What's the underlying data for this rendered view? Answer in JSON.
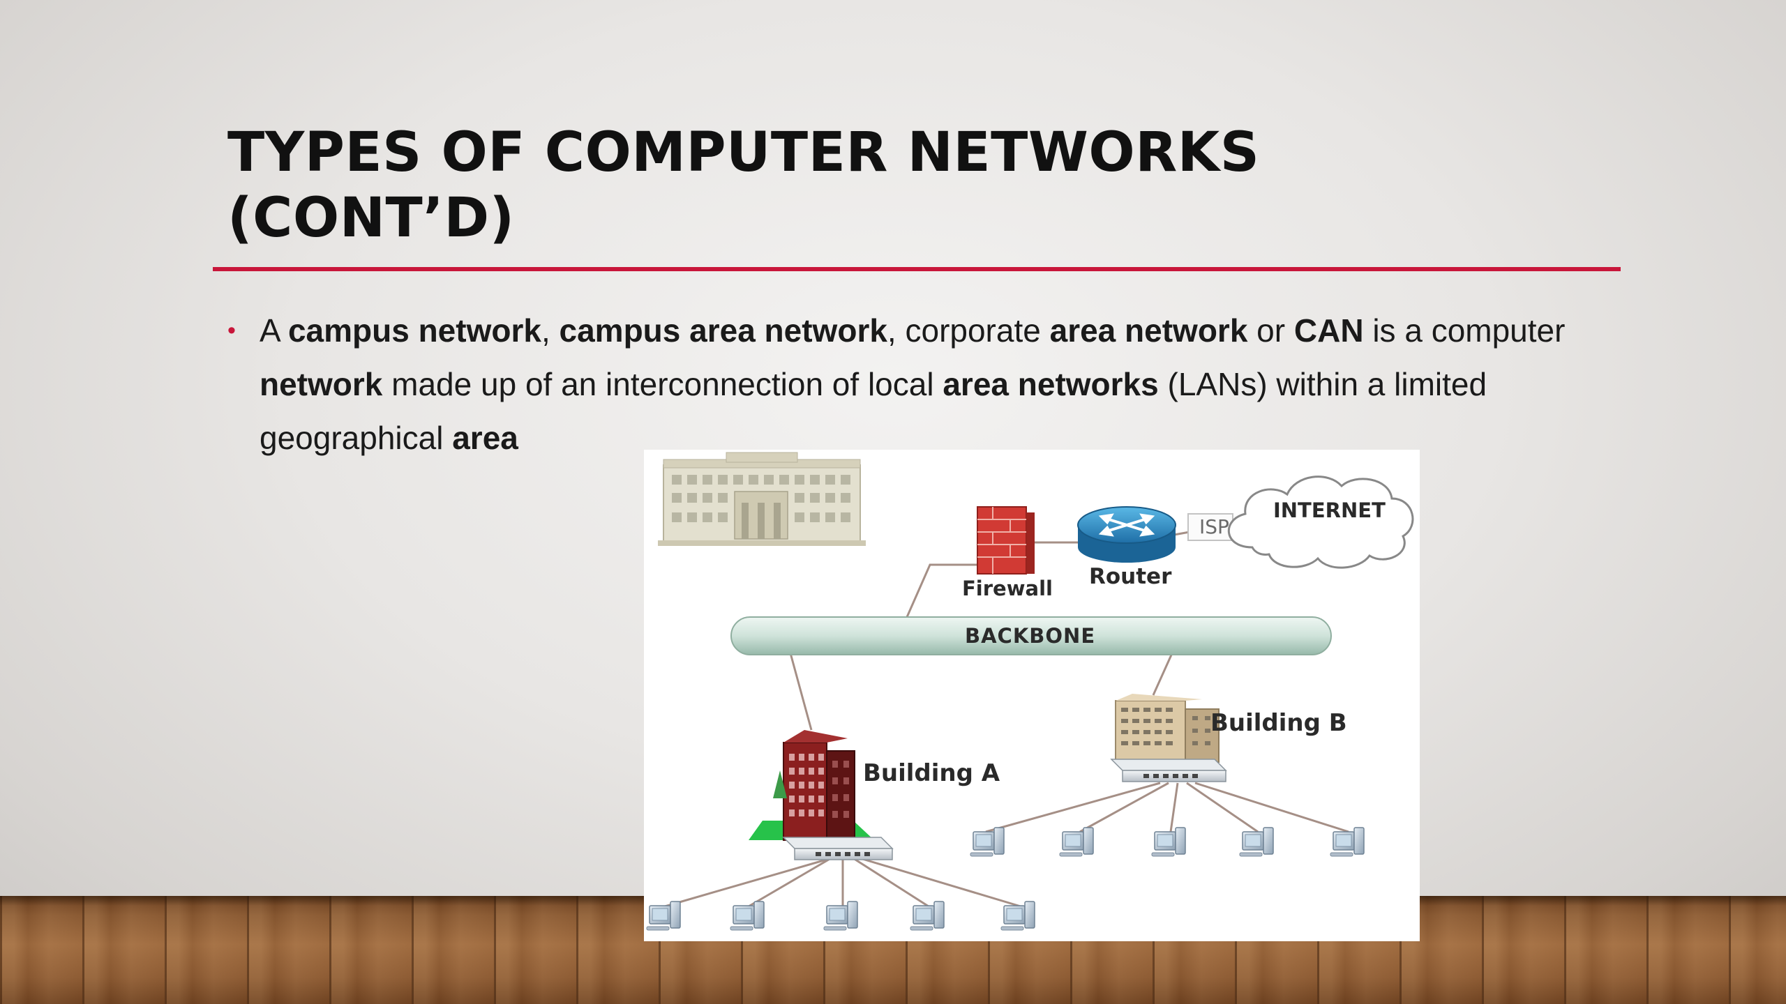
{
  "slide": {
    "title_line1": "TYPES OF COMPUTER NETWORKS",
    "title_line2": "(CONT’D)",
    "bullet_marker": "•",
    "bullet": {
      "t1": "A ",
      "b1": "campus network",
      "t2": ", ",
      "b2": "campus area network",
      "t3": ", corporate ",
      "b3": "area network",
      "t4": " or ",
      "b4": "CAN",
      "t5": " is a computer ",
      "b5": "network",
      "t6": " made up of an interconnection of local ",
      "b6": "area networks",
      "t7": " (LANs) within a limited geographical ",
      "b7": "area"
    },
    "accent_color": "#c8163a"
  },
  "diagram": {
    "labels": {
      "firewall": "Firewall",
      "router": "Router",
      "isp": "ISP",
      "internet": "INTERNET",
      "backbone": "BACKBONE",
      "building_a": "Building A",
      "building_b": "Building B"
    }
  }
}
